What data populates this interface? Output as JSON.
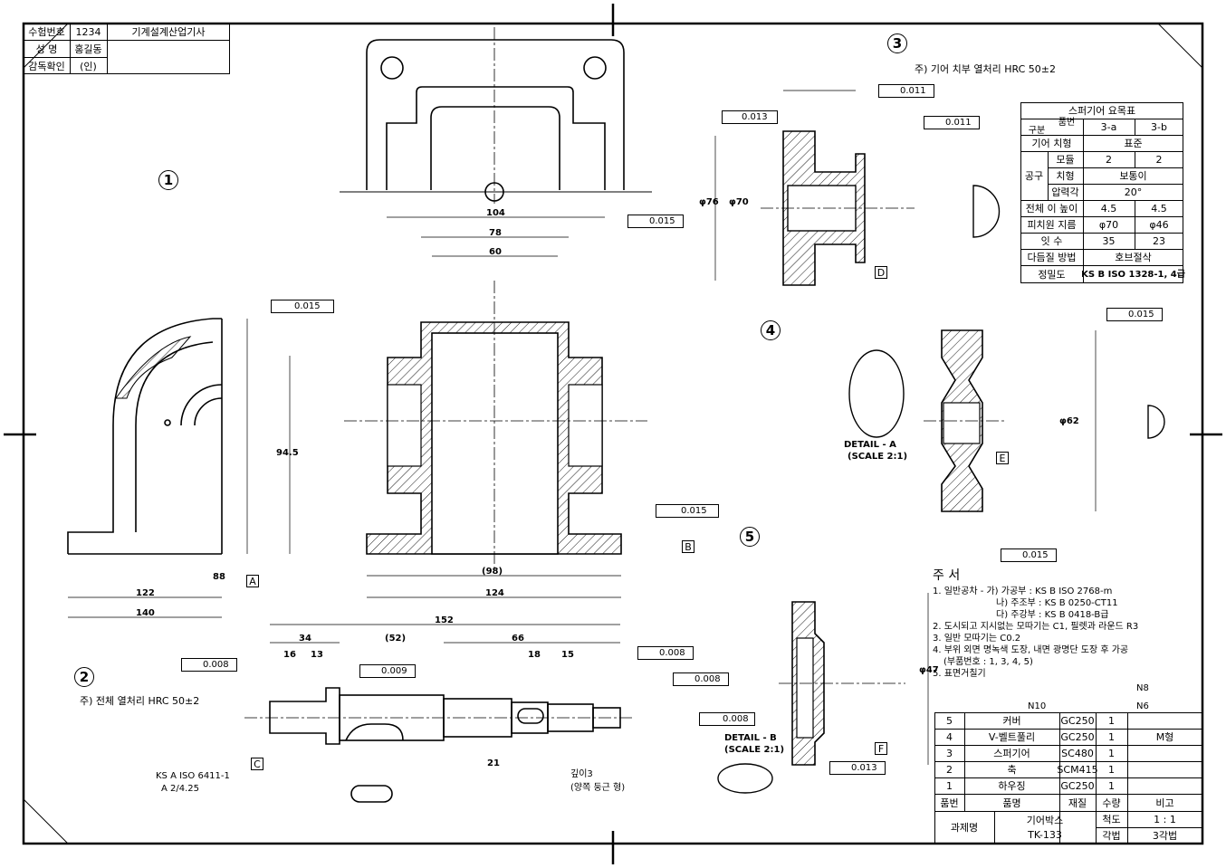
{
  "header_table": {
    "rows": [
      {
        "label": "수험번호",
        "value": "1234",
        "extra": "기계설계산업기사"
      },
      {
        "label": "성 명",
        "value": "홍길동"
      },
      {
        "label": "감독확인",
        "value": "(인)"
      }
    ]
  },
  "parts": {
    "p1": {
      "number": "1"
    },
    "p2": {
      "number": "2",
      "note": "주) 전체 열처리 HRC 50±2"
    },
    "p3": {
      "number": "3",
      "note": "주) 기어 치부 열처리 HRC 50±2"
    },
    "p4": {
      "number": "4"
    },
    "p5": {
      "number": "5"
    }
  },
  "detail_labels": {
    "a": [
      "DETAIL - A",
      "(SCALE 2:1)"
    ],
    "b": [
      "DETAIL - B",
      "(SCALE 2:1)"
    ]
  },
  "gear_table": {
    "title": "스퍼기어 요목표",
    "header": {
      "corner_top": "품번",
      "corner_bottom": "구분",
      "a": "3-a",
      "b": "3-b"
    },
    "rows": [
      {
        "label": "기어 치형",
        "merged": "표준"
      },
      {
        "group": "공구",
        "label": "모듈",
        "a": "2",
        "b": "2"
      },
      {
        "label": "치형",
        "merged": "보통이"
      },
      {
        "label": "압력각",
        "merged": "20°"
      },
      {
        "label": "전체 이 높이",
        "a": "4.5",
        "b": "4.5"
      },
      {
        "label": "피치원 지름",
        "a": "φ70",
        "b": "φ46"
      },
      {
        "label": "잇 수",
        "a": "35",
        "b": "23"
      },
      {
        "label": "다듬질 방법",
        "merged": "호브절삭"
      },
      {
        "label": "정밀도",
        "merged": "KS B ISO 1328-1, 4급"
      }
    ]
  },
  "notes": {
    "title": "주 서",
    "lines": [
      "1. 일반공차 - 가) 가공부 : KS B ISO 2768-m",
      "나) 주조부 : KS B 0250-CT11",
      "다) 주강부 : KS B 0418-B급",
      "2. 도시되고 지시없는 모따기는 C1, 필렛과 라운드 R3",
      "3. 일반 모따기는 C0.2",
      "4. 부위 외면 명녹색 도장, 내면 광명단 도장 후 가공",
      "(부품번호 : 1, 3, 4, 5)",
      "5. 표면거칠기"
    ],
    "roughness": [
      "N10",
      "N8",
      "N6"
    ]
  },
  "parts_list": {
    "rows": [
      {
        "no": "5",
        "name": "커버",
        "material": "GC250",
        "qty": "1",
        "remark": ""
      },
      {
        "no": "4",
        "name": "V-벨트풀리",
        "material": "GC250",
        "qty": "1",
        "remark": "M형"
      },
      {
        "no": "3",
        "name": "스퍼기어",
        "material": "SC480",
        "qty": "1",
        "remark": ""
      },
      {
        "no": "2",
        "name": "축",
        "material": "SCM415",
        "qty": "1",
        "remark": ""
      },
      {
        "no": "1",
        "name": "하우징",
        "material": "GC250",
        "qty": "1",
        "remark": ""
      }
    ],
    "header": {
      "no": "품번",
      "name": "품명",
      "material": "재질",
      "qty": "수량",
      "remark": "비고"
    }
  },
  "title_block": {
    "label": "과제명",
    "name": "기어박스",
    "code": "TK-133",
    "scale_label": "척도",
    "scale": "1 : 1",
    "angle_label": "각법",
    "angle": "3각법"
  },
  "tolerances": {
    "t1": "0.015",
    "t2": "0.015",
    "t3": "0.015",
    "t4": "0.011",
    "t5": "0.013",
    "t6": "0.011",
    "t7": "0.015",
    "t8": "0.015",
    "t9": "0.008",
    "t10": "0.009",
    "t11": "0.008",
    "t12": "0.008",
    "t13": "0.008",
    "t14": "0.013"
  },
  "datums": [
    "A",
    "B",
    "C",
    "D",
    "E",
    "F"
  ],
  "dims": {
    "d104": "104",
    "d78": "78",
    "d60": "60",
    "d94_5": "94.5",
    "d124": "124",
    "d98": "(98)",
    "d122": "122",
    "d140": "140",
    "d88": "88",
    "d152": "152",
    "d34": "34",
    "d52": "(52)",
    "d66": "66",
    "d16": "16",
    "d13": "13",
    "d21": "21",
    "d18": "18",
    "d15": "15",
    "d47": "φ47",
    "d62": "φ62",
    "d70": "φ70",
    "d76": "φ76"
  },
  "shaft_notes": {
    "iso": "KS A ISO 6411-1",
    "iso2": "A 2/4.25",
    "depth": "깊이3",
    "both": "(양쪽 둥근 형)"
  },
  "colors": {
    "line": "#000000",
    "paper": "#ffffff"
  }
}
